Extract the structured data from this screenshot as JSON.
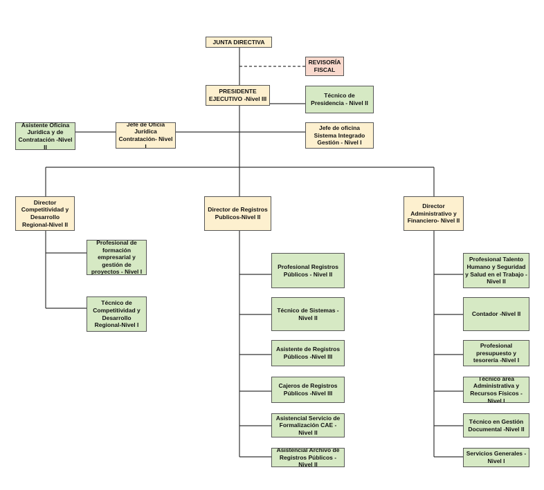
{
  "org_chart": {
    "junta": "JUNTA DIRECTIVA",
    "revisoria": "REVISORÍA FISCAL",
    "presidente": "PRESIDENTE EJECUTIVO -Nivel III",
    "tecnico_presidencia": "Técnico de Presidencia - Nivel II",
    "asistente_juridica": "Asistente Oficina Jurídica y de Contratación -Nivel II",
    "jefe_juridica": "Jefe de Oficia Jurídica Contratación- Nivel I",
    "jefe_sistema": "Jefe de oficina Sistema Integrado Gestión - Nivel I",
    "dir_competitividad": "Director Competitividad y Desarrollo Regional-Nivel II",
    "dir_registros": "Director de Registros Publicos-Nivel II",
    "dir_administrativo": "Director Administrativo y Financiero- Nivel II",
    "competitividad_units": [
      "Profesional de formación empresarial y gestión de proyectos - Nivel I",
      "Técnico de Competitividad y Desarrollo Regional-Nivel I"
    ],
    "registros_units": [
      "Profesional Registros Públicos - Nivel II",
      "Técnico de Sistemas -Nivel II",
      "Asistente de Registros Públicos -Nivel III",
      "Cajeros de Registros Públicos -Nivel III",
      "Asistencial Servicio de Formalización CAE -Nivel II",
      "Asistencial Archivo de Registros Públicos -Nivel II"
    ],
    "administrativo_units": [
      "Profesional Talento Humano y Seguridad y Salud en el Trabajo - Nivel II",
      "Contador -Nivel II",
      "Profesional presupuesto y tesorería -Nivel I",
      "Técnico área Administrativa y Recursos Físicos -Nivel I",
      "Técnico en Gestión Documental -Nivel II",
      "Servicios Generales - Nivel I"
    ],
    "colors": {
      "executive": "#fdf0cf",
      "staff": "#d6e9c4",
      "audit": "#f9d9cd",
      "line": "#333333"
    }
  }
}
